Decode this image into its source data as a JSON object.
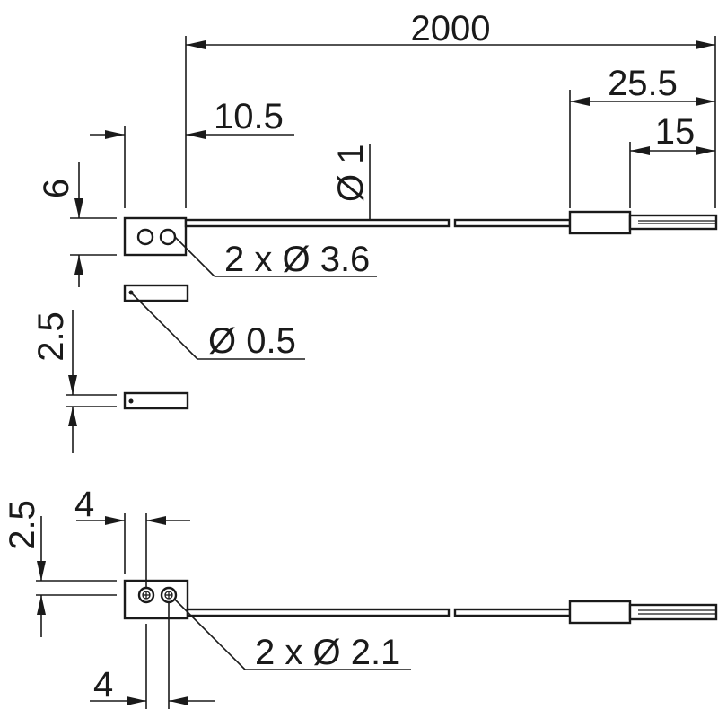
{
  "drawing": {
    "ink_color": "#1a1a1a",
    "background_color": "#ffffff",
    "labels": {
      "total_length": "2000",
      "sleeve_length": "25.5",
      "tip_length": "15",
      "head_offset": "10.5",
      "fiber_diameter": "Ø 1",
      "head_height": "6",
      "lens_diameter_top": "2 x Ø 3.6",
      "emitter_diameter": "Ø 0.5",
      "emitter_spacing": "2.5",
      "bottom_head_height": "2.5",
      "bottom_head_width_top": "4",
      "bottom_head_width_bottom": "4",
      "lens_diameter_bottom": "2 x Ø 2.1"
    }
  }
}
